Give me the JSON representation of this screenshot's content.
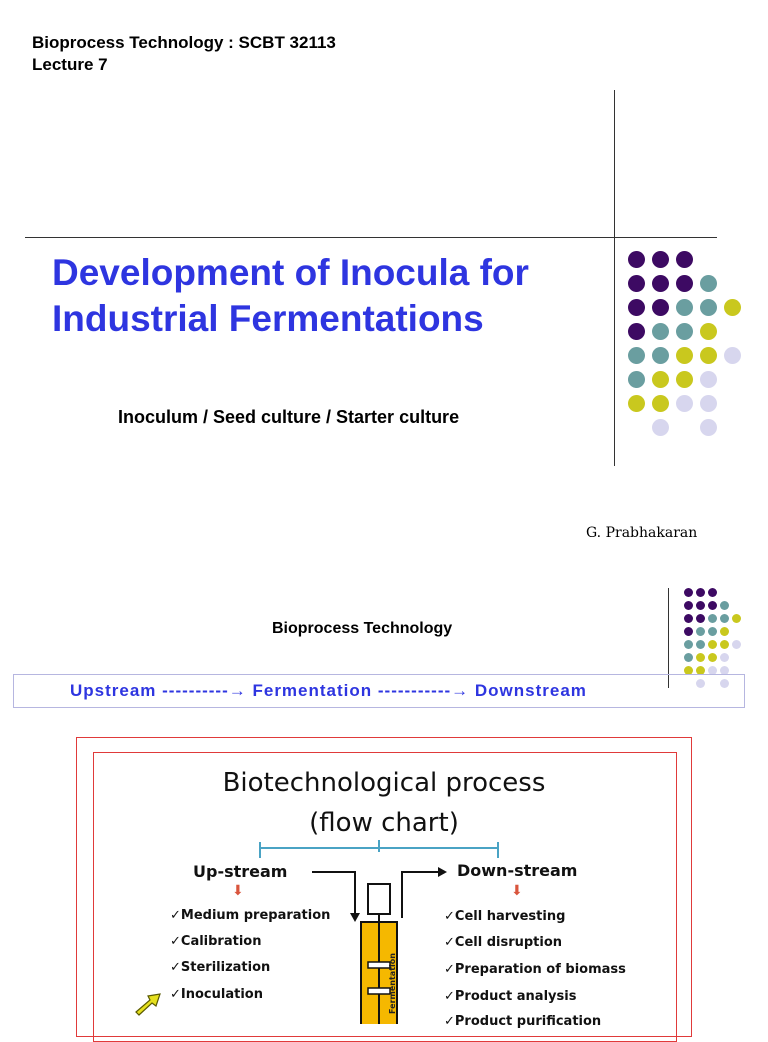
{
  "slide1": {
    "course_line1": "Bioprocess Technology : SCBT 32113",
    "course_line2": "Lecture 7",
    "title_line1": "Development of Inocula for",
    "title_line2": "Industrial Fermentations",
    "subtitle": "Inoculum / Seed  culture / Starter culture",
    "author": "G. Prabhakaran"
  },
  "slide2": {
    "title": "Bioprocess Technology",
    "flow_text": "Upstream ----------→ Fermentation -----------→ Downstream",
    "flowchart": {
      "title_line1": "Biotechnological process",
      "title_line2": "(flow chart)",
      "upstream_head": "Up-stream",
      "downstream_head": "Down-stream",
      "vessel_label": "Fermentation",
      "upstream_items": [
        "Medium preparation",
        "Calibration",
        "Sterilization",
        "Inoculation"
      ],
      "downstream_items": [
        "Cell harvesting",
        "Cell disruption",
        "Preparation of biomass",
        "Product analysis",
        "Product purification"
      ]
    }
  },
  "colors": {
    "title_blue": "#2e35e0",
    "dot_purple": "#3d0a63",
    "dot_teal": "#6a9ea0",
    "dot_yellow": "#c9c81e",
    "dot_lavender": "#d7d6ee",
    "frame_red": "#e03a3a",
    "vessel_orange": "#f5b800"
  }
}
